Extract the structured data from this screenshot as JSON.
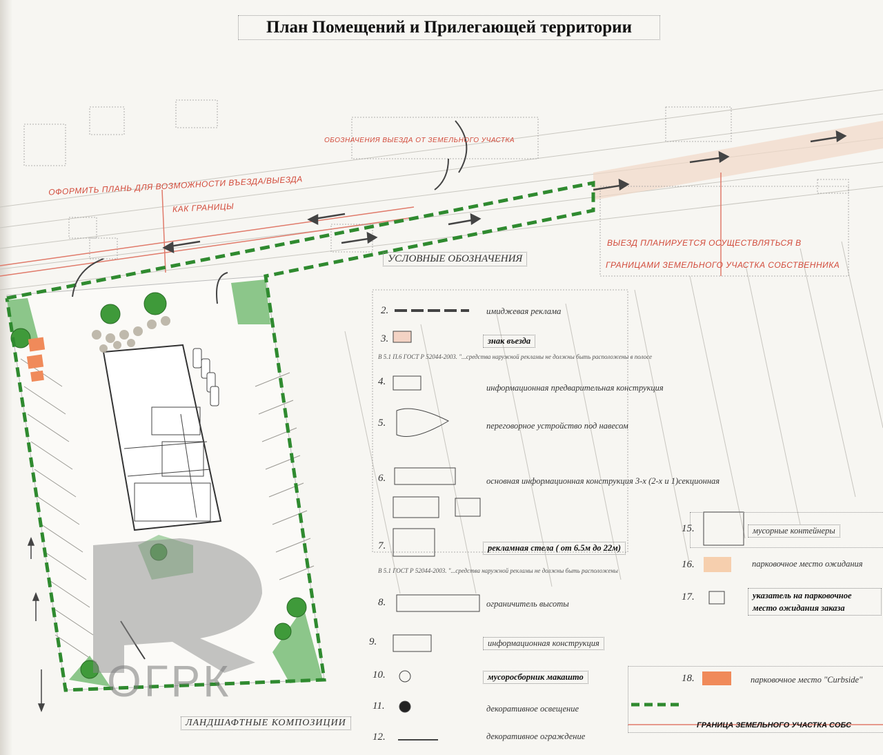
{
  "title": "План Помещений и Прилегающей территории",
  "road_labels": {
    "label_1": "ОФОРМИТЬ ПЛАНЬ ДЛЯ ВОЗМОЖНОСТИ ВЪЕЗДА/ВЫЕЗДА",
    "label_2": "КАК ГРАНИЦЫ",
    "label_3": "ВЫЕЗД ПЛАНИРУЕТСЯ ОСУЩЕСТВЛЯТЬСЯ В",
    "label_4": "ГРАНИЦАМИ ЗЕМЕЛЬНОГО УЧАСТКА СОБСТВЕННИКА",
    "label_5": "ОБОЗНАЧЕНИЯ ВЫЕЗДА ОТ ЗЕМЕЛЬНОГО УЧАСТКА"
  },
  "legend_heading": "УСЛОВНЫЕ ОБОЗНАЧЕНИЯ",
  "legend": [
    {
      "num": "2.",
      "text": "имиджевая реклама",
      "bold": false
    },
    {
      "num": "3.",
      "text": "знак въезда",
      "bold": true
    },
    {
      "num": "4.",
      "text": "информационная предварительная конструкция",
      "bold": false
    },
    {
      "num": "5.",
      "text": "переговорное устройство под навесом",
      "bold": false
    },
    {
      "num": "6.",
      "text": "основная информационная конструкция 3-х (2-х и 1)секционная",
      "bold": false
    },
    {
      "num": "7.",
      "text": "рекламная стела ( от 6.5м до 22м)",
      "bold": true
    },
    {
      "num": "8.",
      "text": "ограничитель высоты",
      "bold": false
    },
    {
      "num": "9.",
      "text": "информационная конструкция",
      "bold": false
    },
    {
      "num": "10.",
      "text": "мусоросборник макашто",
      "bold": true
    },
    {
      "num": "11.",
      "text": "декоративное освещение",
      "bold": false
    },
    {
      "num": "12.",
      "text": "декоративное ограждение",
      "bold": false
    }
  ],
  "legend_right": [
    {
      "num": "15.",
      "text": "мусорные контейнеры"
    },
    {
      "num": "16.",
      "text": "парковочное место ожидания"
    },
    {
      "num": "17.",
      "text": "указатель на парковочное место ожидания заказа"
    },
    {
      "num": "18.",
      "text": "парковочное место \"Curbside\""
    }
  ],
  "boundary_legend": "ГРАНИЦА ЗЕМЕЛЬНОГО УЧАСТКА СОБС",
  "landscape_label": "ЛАНДШАФТНЫЕ КОМПОЗИЦИИ",
  "notes": {
    "note_3": "В 5.1 П.6 ГОСТ Р 52044-2003. \"...средства наружной рекламы не должны быть расположены в полосе",
    "note_7": "В 5.1 ГОСТ Р 52044-2003. \"...средства наружной рекламы не должны быть расположены"
  },
  "watermark": "ОГРК",
  "colors": {
    "boundary_green": "#2f8a2f",
    "red_line": "#e07a6a",
    "tree_green": "#3f9a3a",
    "orange_parking": "#f08a5a",
    "green_area": "#8cc68a"
  }
}
